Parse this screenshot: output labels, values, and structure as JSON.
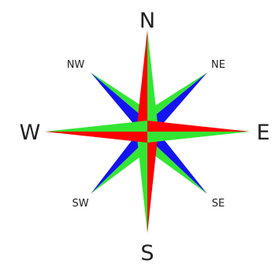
{
  "compass": {
    "labels": {
      "north": "N",
      "south": "S",
      "east": "E",
      "west": "W",
      "northeast": "NE",
      "northwest": "NW",
      "southeast": "SE",
      "southwest": "SW"
    },
    "colors": {
      "red": "#ff0000",
      "green": "#33e633",
      "blue": "#1414f0",
      "background": "#ffffff",
      "text": "#222222"
    }
  }
}
